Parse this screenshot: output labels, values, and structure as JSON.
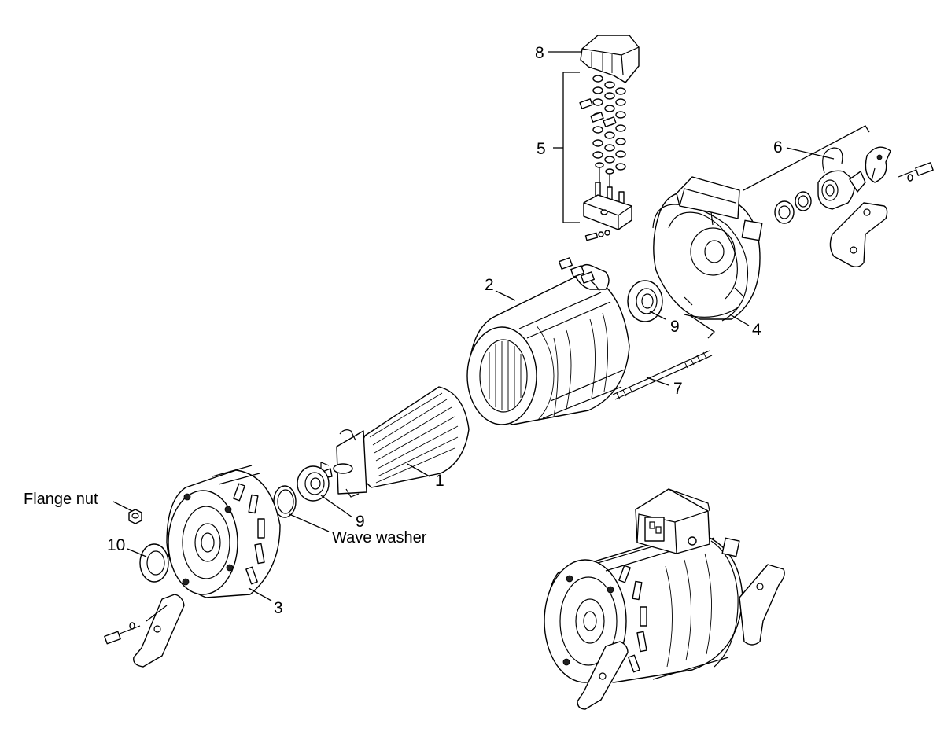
{
  "callouts": {
    "c1": "1",
    "c2": "2",
    "c3": "3",
    "c4": "4",
    "c5": "5",
    "c6": "6",
    "c7": "7",
    "c8": "8",
    "c9a": "9",
    "c9b": "9",
    "c10": "10",
    "flange_nut": "Flange nut",
    "wave_washer": "Wave washer"
  }
}
